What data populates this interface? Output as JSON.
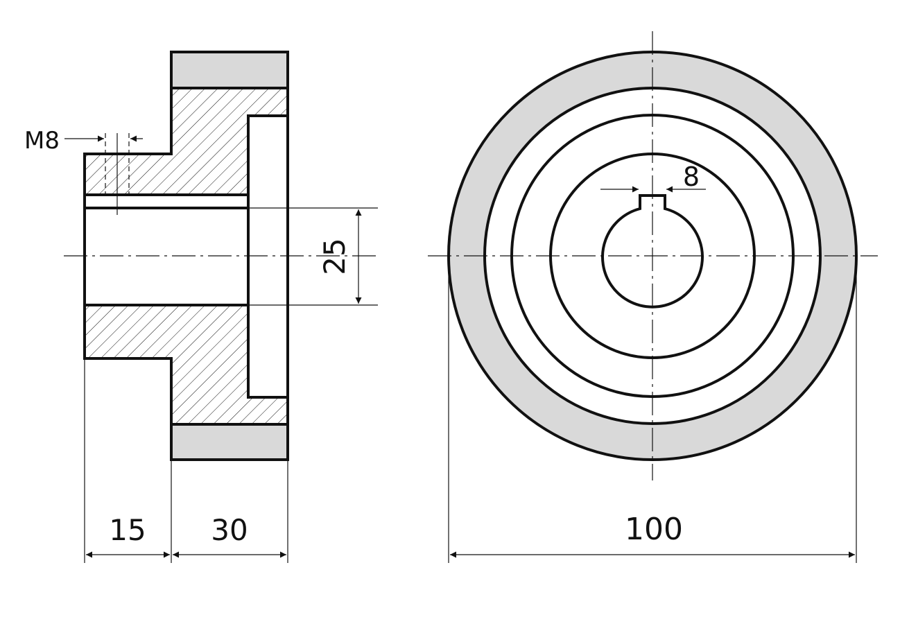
{
  "drawing": {
    "colors": {
      "rubber": "#d9d9d9",
      "line": "#111111",
      "background": "#ffffff"
    },
    "section_view": {
      "thread_label": "M8",
      "bore_diameter": "25",
      "hub_length": "15",
      "wheel_width": "30"
    },
    "front_view": {
      "keyway_width": "8",
      "outer_diameter": "100"
    }
  }
}
